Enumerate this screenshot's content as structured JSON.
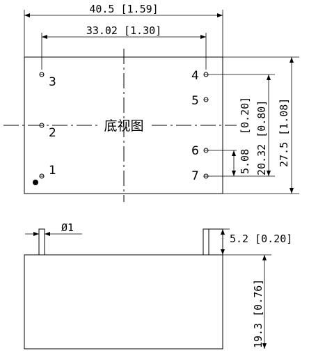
{
  "view_label": "底视图",
  "dimensions": {
    "overall_width": "40.5 [1.59]",
    "pin_span_width": "33.02 [1.30]",
    "overall_height": "27.5 [1.08]",
    "pin_pitch_4_5": "[0.20]",
    "pin_row_span": "20.32 [0.80]",
    "pin_pitch_6_7": "5.08",
    "pin_diameter": "Ø1",
    "pin_height": "5.2 [0.20]",
    "body_height": "19.3 [0.76]"
  },
  "pins": [
    {
      "label": "3"
    },
    {
      "label": "2"
    },
    {
      "label": "1"
    },
    {
      "label": "4"
    },
    {
      "label": "5"
    },
    {
      "label": "6"
    },
    {
      "label": "7"
    }
  ]
}
